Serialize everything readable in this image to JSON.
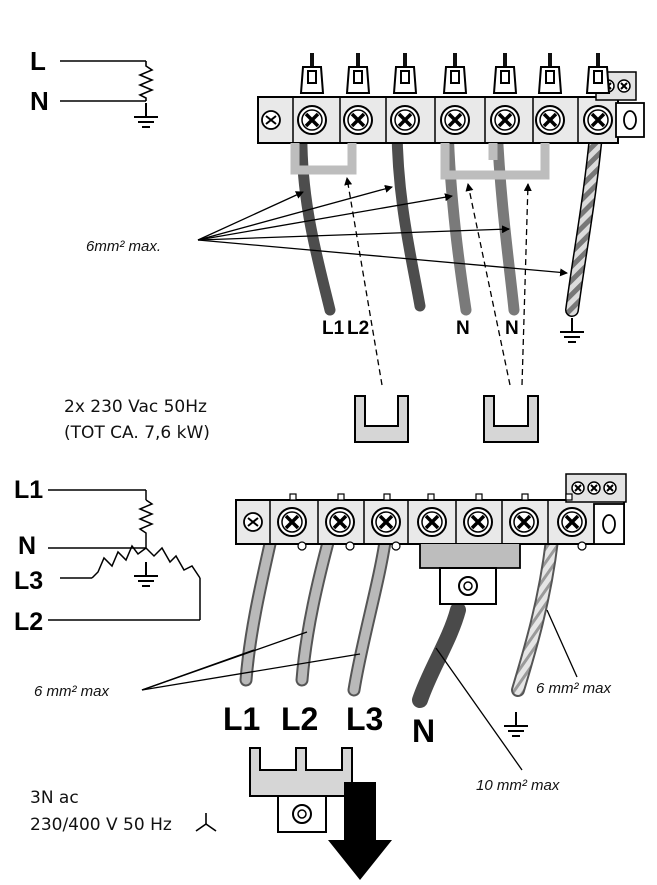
{
  "top_section": {
    "schematic": {
      "label_l": "L",
      "label_n": "N"
    },
    "wire_size_label": "6mm² max.",
    "wire_labels": [
      "L1",
      "L2",
      "N",
      "N"
    ],
    "supply_line1": "2x 230 Vac 50Hz",
    "supply_line2": "(TOT CA. 7,6 kW)"
  },
  "bottom_section": {
    "schematic": {
      "label_l1": "L1",
      "label_n": "N",
      "label_l3": "L3",
      "label_l2": "L2"
    },
    "phase_size_label": "6 mm² max",
    "earth_size_label": "6 mm² max",
    "neutral_size_label": "10 mm² max",
    "wire_labels": [
      "L1",
      "L2",
      "L3",
      "N"
    ],
    "supply_line1": "3N ac",
    "supply_line2": "230/400 V 50 Hz"
  },
  "colors": {
    "dark_wire": "#4d4d4d",
    "mid_wire": "#7a7a7a",
    "light_wire": "#b9b9b9",
    "bridge": "#bdbdbd",
    "block": "#e9e9e9"
  },
  "icons": [
    "earth-icon",
    "screw-terminal-icon",
    "bridge-jumper-icon",
    "down-arrow-icon",
    "star-connection-icon",
    "resistor-icon"
  ]
}
